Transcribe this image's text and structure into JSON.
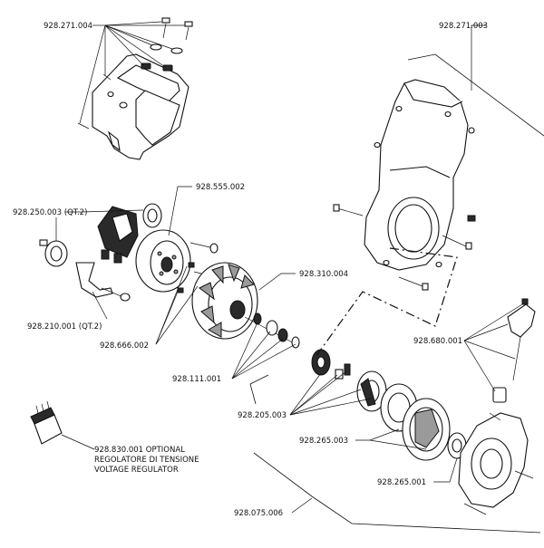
{
  "labels": {
    "cowl_top": "928.271.004",
    "cowl_right": "928.271.003",
    "rubber_mounts": "928.250.003 (QT.2)",
    "bracket_mounts": "928.210.001 (QT.2)",
    "flywheel_coil": "928.555.002",
    "flywheel": "928.310.004",
    "fasteners": "928.666.002",
    "pulley": "928.111.001",
    "starter_parts": "928.205.003",
    "starter_cup": "928.265.003",
    "starter_housing": "928.265.001",
    "ignition": "928.680.001",
    "starter_assembly": "928.075.006",
    "regulator_code": "928.830.001 OPTIONAL",
    "regulator_it": "REGOLATORE DI TENSIONE",
    "regulator_en": "VOLTAGE REGULATOR"
  }
}
